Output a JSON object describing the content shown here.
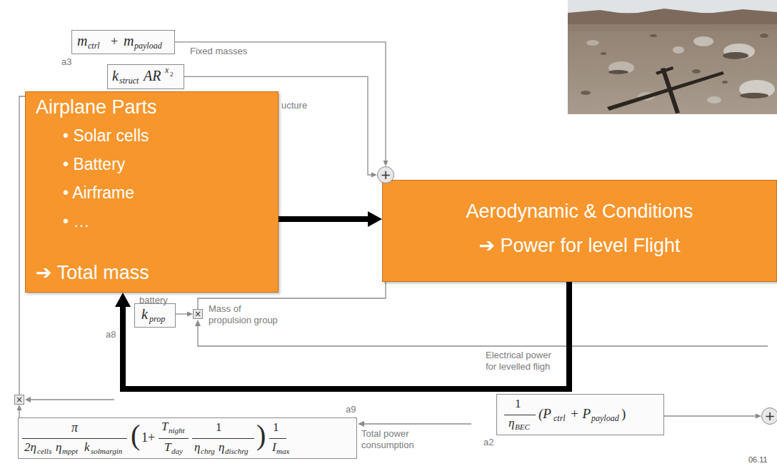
{
  "diagram": {
    "nodes": [
      {
        "text": [
          "Airplane Parts",
          "• Solar cells",
          "• Battery",
          "• Airframe",
          "• …",
          "➔ Total mass"
        ]
      },
      {
        "text": [
          "Aerodynamic & Conditions",
          "➔ Power for level Flight"
        ]
      },
      {
        "text": [
          "m",
          "ctrl",
          "+",
          "m",
          "payload"
        ]
      },
      {
        "text": [
          "k",
          "struct",
          "AR",
          "x",
          "2"
        ]
      },
      {
        "text": [
          "+"
        ]
      },
      {
        "text": [
          "k",
          "prop"
        ]
      },
      {
        "text": [
          "×"
        ]
      },
      {
        "text": [
          "×"
        ]
      },
      {
        "text": [
          "π",
          "2η",
          "cells",
          "η",
          "mppt",
          "k",
          "solmargin",
          "(",
          "1+",
          "T",
          "night",
          "T",
          "day",
          "1",
          "η",
          "chrg",
          "η",
          "dischrg",
          ")",
          "1",
          "I",
          "max"
        ]
      },
      {
        "text": [
          "1",
          "η",
          "BEC",
          "(P",
          "ctrl",
          "+ P",
          "payload",
          ")"
        ]
      },
      {
        "text": [
          "+"
        ]
      }
    ],
    "edges": [
      {
        "from": 0,
        "to": 1,
        "arrow": "to"
      },
      {
        "from": 1,
        "to": 0,
        "arrow": "to"
      },
      {
        "from": 2,
        "to": 4,
        "arrow": "to"
      },
      {
        "from": 3,
        "to": 4,
        "arrow": "to"
      },
      {
        "from": 5,
        "to": 6,
        "arrow": "to"
      },
      {
        "from": 6,
        "to": 4,
        "arrow": "to"
      },
      {
        "from": 8,
        "to": 7,
        "arrow": "to"
      },
      {
        "from": 9,
        "to": 10,
        "arrow": "to"
      }
    ],
    "labels": [
      "a3",
      "Fixed masses",
      "ucture",
      "battery",
      "a8",
      "Mass of propulsion group",
      "Electrical power for levelled fligh",
      "a9",
      "Total power consumption",
      "a2",
      "06.11"
    ]
  }
}
